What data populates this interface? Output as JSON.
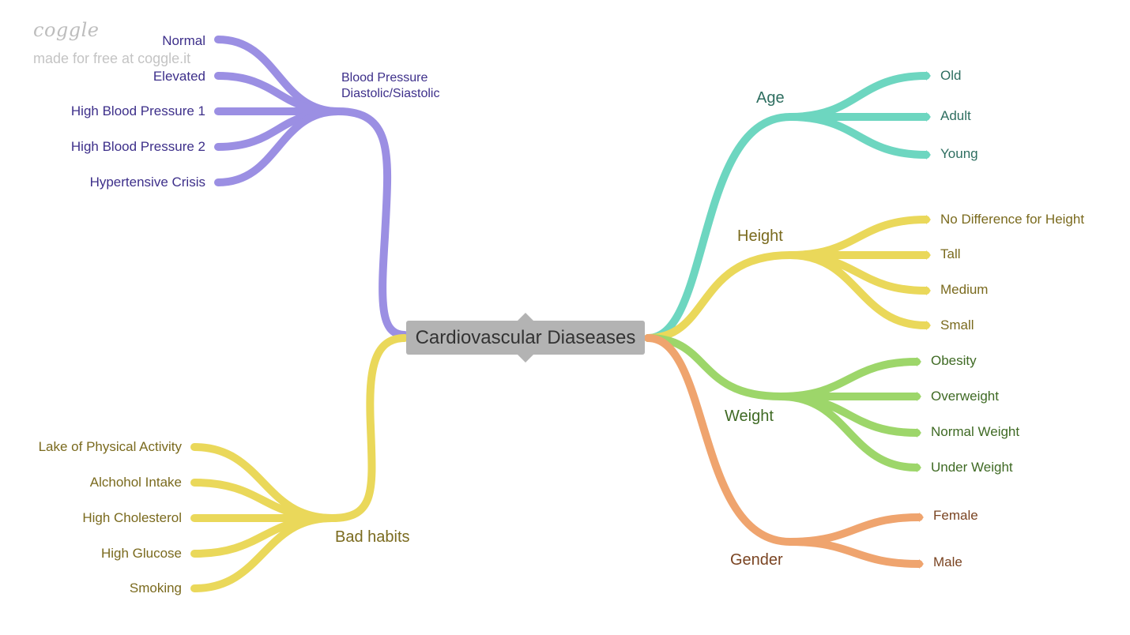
{
  "brand": {
    "logo": "coggle",
    "tagline": "made for free at coggle.it"
  },
  "central_topic": "Cardiovascular Diaseases",
  "branches": {
    "blood_pressure": {
      "label_line1": "Blood Pressure",
      "label_line2": "Diastolic/Siastolic",
      "color": "#9b8fe3",
      "text_color": "#3d2f8a",
      "items": [
        "Normal",
        "Elevated",
        "High Blood Pressure 1",
        "High Blood Pressure 2",
        "Hypertensive Crisis"
      ]
    },
    "bad_habits": {
      "label": "Bad habits",
      "color": "#ead85a",
      "text_color": "#7a6a1e",
      "items": [
        "Lake of Physical Activity",
        "Alchohol Intake",
        "High Cholesterol",
        "High Glucose",
        "Smoking"
      ]
    },
    "age": {
      "label": "Age",
      "color": "#6dd6c0",
      "text_color": "#2e6e60",
      "items": [
        "Old",
        "Adult",
        "Young"
      ]
    },
    "height": {
      "label": "Height",
      "color": "#ead85a",
      "text_color": "#7a6a1e",
      "items": [
        "No Difference for Height",
        "Tall",
        "Medium",
        "Small"
      ]
    },
    "weight": {
      "label": "Weight",
      "color": "#9dd66a",
      "text_color": "#3f6a24",
      "items": [
        "Obesity",
        "Overweight",
        "Normal Weight",
        "Under Weight"
      ]
    },
    "gender": {
      "label": "Gender",
      "color": "#efa46e",
      "text_color": "#7a4422",
      "items": [
        "Female",
        "Male"
      ]
    }
  },
  "root_color": "#b3b3b3"
}
